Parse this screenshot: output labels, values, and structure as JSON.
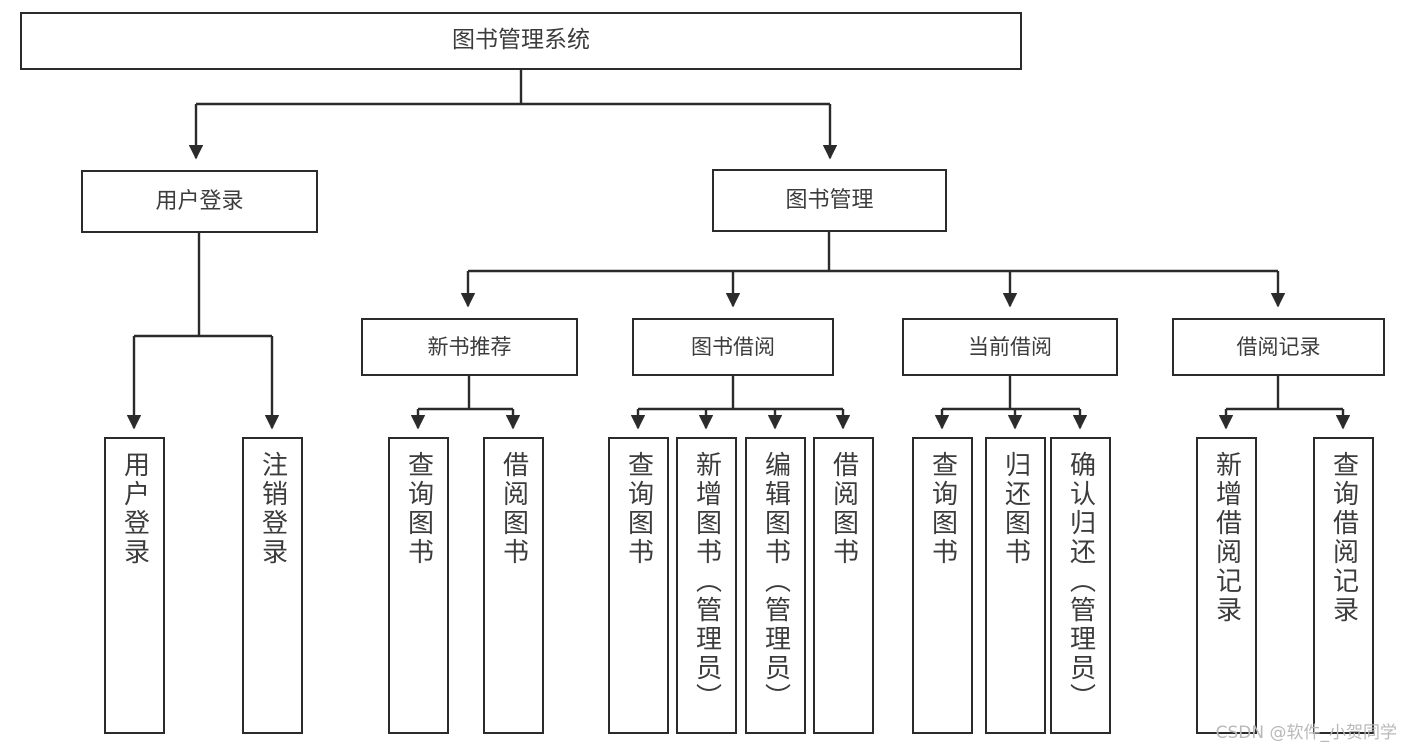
{
  "diagram": {
    "title": "图书管理系统",
    "type": "功能结构图",
    "watermark": "CSDN @软件_小贺同学",
    "colors": {
      "background": "#ffffff",
      "border": "#2b2b2b",
      "text": "#3c3c3c",
      "connector": "#2b2b2b",
      "watermark": "#b9b9b9"
    },
    "root": {
      "label": "图书管理系统"
    },
    "level1": [
      {
        "id": "user-login",
        "label": "用户登录"
      },
      {
        "id": "book-management",
        "label": "图书管理"
      }
    ],
    "level2": [
      {
        "id": "new-book-recommend",
        "label": "新书推荐",
        "parent": "book-management"
      },
      {
        "id": "book-borrow",
        "label": "图书借阅",
        "parent": "book-management"
      },
      {
        "id": "current-borrow",
        "label": "当前借阅",
        "parent": "book-management"
      },
      {
        "id": "borrow-record",
        "label": "借阅记录",
        "parent": "book-management"
      }
    ],
    "leaves": [
      {
        "id": "leaf-user-login",
        "label": "用户登录",
        "parent": "user-login"
      },
      {
        "id": "leaf-logout",
        "label": "注销登录",
        "parent": "user-login"
      },
      {
        "id": "leaf-query-book-1",
        "label": "查询图书",
        "parent": "new-book-recommend"
      },
      {
        "id": "leaf-borrow-book-1",
        "label": "借阅图书",
        "parent": "new-book-recommend"
      },
      {
        "id": "leaf-query-book-2",
        "label": "查询图书",
        "parent": "book-borrow"
      },
      {
        "id": "leaf-add-book",
        "label": "新增图书（管理员）",
        "parent": "book-borrow"
      },
      {
        "id": "leaf-edit-book",
        "label": "编辑图书（管理员）",
        "parent": "book-borrow"
      },
      {
        "id": "leaf-borrow-book-2",
        "label": "借阅图书",
        "parent": "book-borrow"
      },
      {
        "id": "leaf-query-book-3",
        "label": "查询图书",
        "parent": "current-borrow"
      },
      {
        "id": "leaf-return-book",
        "label": "归还图书",
        "parent": "current-borrow"
      },
      {
        "id": "leaf-confirm-return",
        "label": "确认归还（管理员）",
        "parent": "current-borrow"
      },
      {
        "id": "leaf-add-record",
        "label": "新增借阅记录",
        "parent": "borrow-record"
      },
      {
        "id": "leaf-query-record",
        "label": "查询借阅记录",
        "parent": "borrow-record"
      }
    ]
  }
}
